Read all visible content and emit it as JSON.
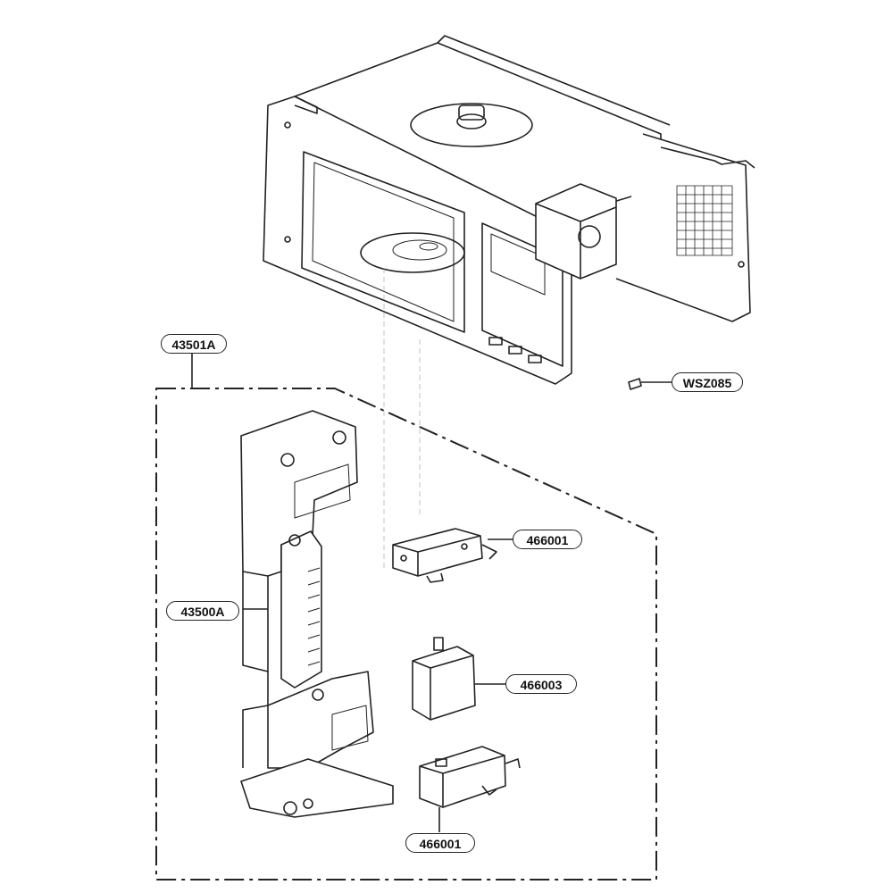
{
  "callouts": {
    "assembly": "43501A",
    "hook": "43500A",
    "screw": "WSZ085",
    "switch_top": "466001",
    "switch_mid": "466003",
    "switch_bottom": "466001"
  },
  "colors": {
    "line": "#222222",
    "fill": "#ffffff",
    "shade": "#e8e8e8",
    "dashed_frame": "#222222"
  }
}
